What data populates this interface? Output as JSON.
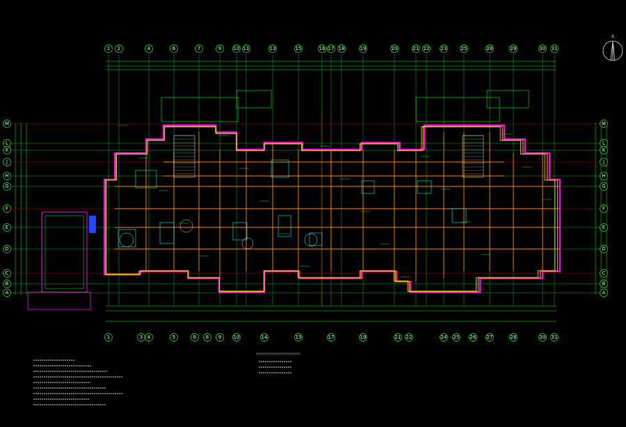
{
  "drawing": {
    "background": "#000000",
    "colors": {
      "grid": "#00ff00",
      "axis": "#ff0000",
      "wall": "#ff8c00",
      "wall_inner": "#ffff00",
      "outline": "#ff00ff",
      "furniture": "#00ffff",
      "text": "#e8e8e8",
      "dimension": "#00ff00"
    },
    "top_axes": [
      "1",
      "2",
      "4",
      "6",
      "7",
      "9",
      "10",
      "11",
      "13",
      "15",
      "16",
      "17",
      "18",
      "19",
      "20",
      "21",
      "22",
      "23",
      "25",
      "28",
      "29",
      "30",
      "31"
    ],
    "bottom_axes": [
      "1",
      "3",
      "4",
      "5",
      "6",
      "8",
      "9",
      "10",
      "14",
      "15",
      "17",
      "19",
      "21",
      "22",
      "24",
      "25",
      "26",
      "27",
      "28",
      "30",
      "31"
    ],
    "left_axes": [
      "M",
      "L",
      "K",
      "J",
      "H",
      "G",
      "F",
      "E",
      "D",
      "C",
      "B",
      "A"
    ],
    "right_axes": [
      "M",
      "L",
      "K",
      "J",
      "H",
      "G",
      "F",
      "E",
      "D",
      "C",
      "B",
      "A"
    ],
    "north_icon": "north-arrow",
    "title_text": "",
    "notes": []
  }
}
